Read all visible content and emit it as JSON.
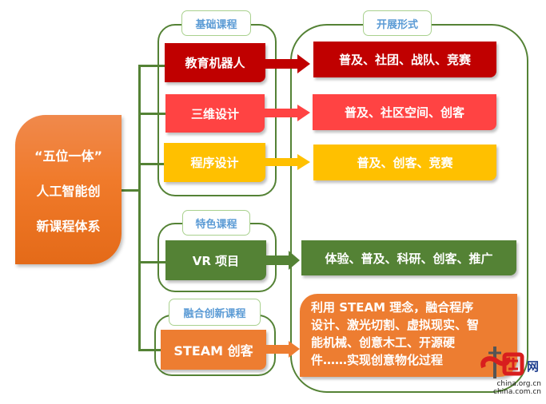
{
  "root": {
    "lines": [
      "“五位一体”",
      "人工智能创",
      "新课程体系"
    ]
  },
  "colors": {
    "tree_line": "#548235",
    "root_orange": "#f07a2a",
    "dark_red": "#c00000",
    "light_red": "#ff4343",
    "yellow": "#ffc000",
    "green": "#548235",
    "orange": "#ed7d31",
    "tag_text": "#5b9bd5"
  },
  "groups": {
    "basic": {
      "tag": "基础课程",
      "courses": [
        {
          "label": "教育机器人",
          "forms": "普及、社团、战队、竞赛"
        },
        {
          "label": "三维设计",
          "forms": "普及、社区空间、创客"
        },
        {
          "label": "程序设计",
          "forms": "普及、创客、竞赛"
        }
      ]
    },
    "featured": {
      "tag": "特色课程",
      "courses": [
        {
          "label": "VR 项目",
          "forms": "体验、普及、科研、创客、推广"
        }
      ]
    },
    "integrated": {
      "tag": "融合创新课程",
      "courses": [
        {
          "label": "STEAM 创客",
          "forms_lines": [
            "利用 STEAM 理念，融合程序",
            "设计、激光切割、虚拟现实、智",
            "能机械、创意木工、开源硬",
            "件……实现创意物化过程"
          ]
        }
      ]
    }
  },
  "forms_panel": {
    "tag": "开展形式"
  },
  "watermark": {
    "brand": "网",
    "urls": [
      "china.org.cn",
      "china.com.cn"
    ]
  }
}
